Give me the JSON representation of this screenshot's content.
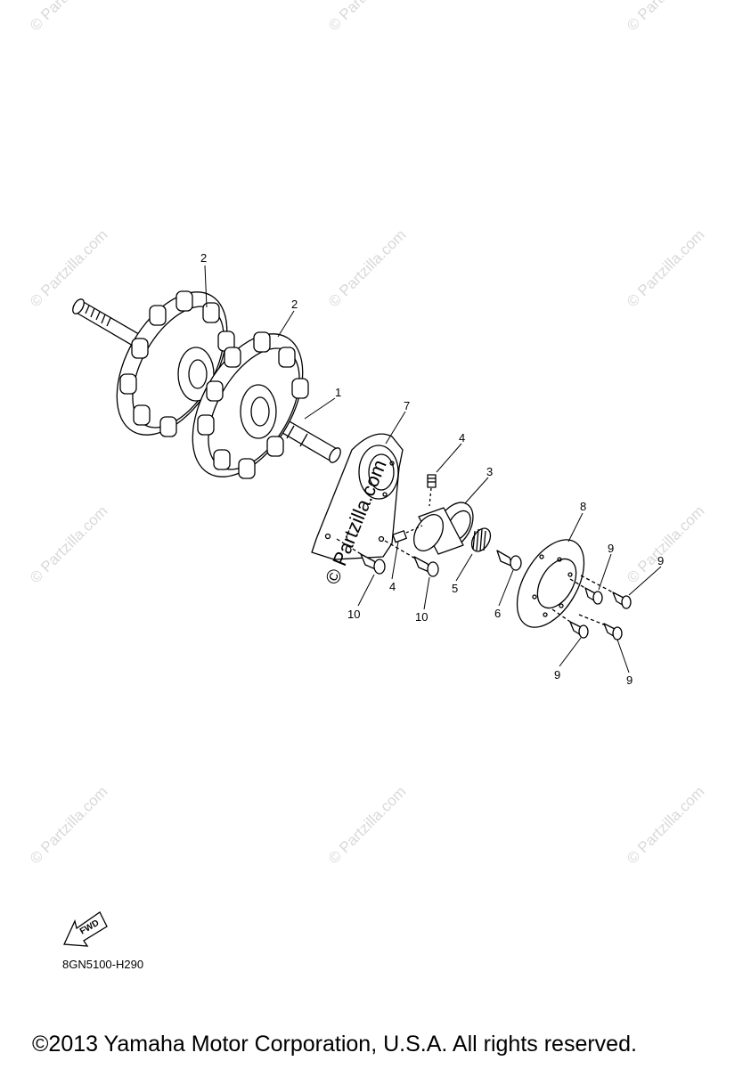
{
  "watermark": "© Partzilla.com",
  "diagram_code": "8GN5100-H290",
  "fwd_label": "FWD",
  "copyright": "©2013 Yamaha Motor Corporation, U.S.A. All rights reserved.",
  "callouts": {
    "c2a": "2",
    "c2b": "2",
    "c1": "1",
    "c7": "7",
    "c4a": "4",
    "c3": "3",
    "c4b": "4",
    "c5": "5",
    "c10a": "10",
    "c10b": "10",
    "c6": "6",
    "c8": "8",
    "c9a": "9",
    "c9b": "9",
    "c9c": "9",
    "c9d": "9"
  }
}
